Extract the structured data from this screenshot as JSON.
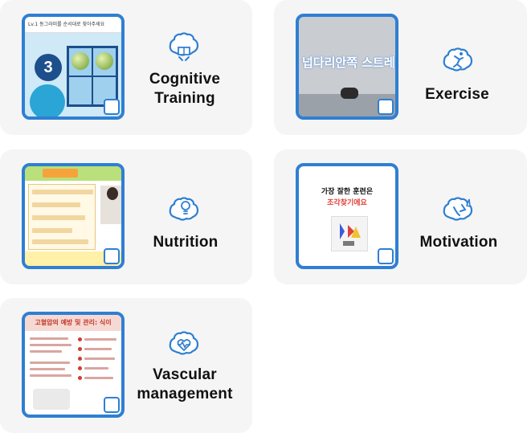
{
  "cards": [
    {
      "id": "cognitive",
      "label_line1": "Cognitive",
      "label_line2": "Training",
      "icon": "brain-book-icon",
      "thumb_text": "동그라미를 순서대로 찾아주세요",
      "thumb_badge": "Lv.1",
      "thumb_number": "3"
    },
    {
      "id": "exercise",
      "label_line1": "Exercise",
      "icon": "brain-running-icon",
      "thumb_text": "넙다리안쪽 스트레칭"
    },
    {
      "id": "nutrition",
      "label_line1": "Nutrition",
      "icon": "brain-lightbulb-icon"
    },
    {
      "id": "motivation",
      "label_line1": "Motivation",
      "icon": "brain-carrot-icon",
      "thumb_line1": "가장 잘한 훈련은",
      "thumb_line2": "조각찾기에요"
    },
    {
      "id": "vascular",
      "label_line1": "Vascular",
      "label_line2": "management",
      "icon": "brain-heart-icon",
      "thumb_text": "고혈압의 예방 및 관리: 식이"
    }
  ],
  "colors": {
    "card_bg": "#f5f5f6",
    "accent_blue": "#2f7fd2",
    "label_text": "#111111"
  }
}
